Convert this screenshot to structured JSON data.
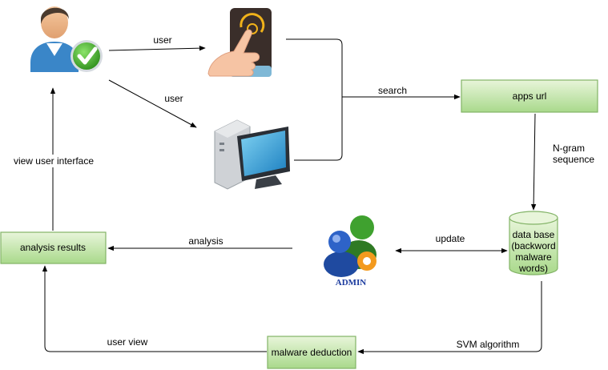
{
  "nodes": {
    "apps_url": "apps url",
    "database": [
      "data base",
      "(backword",
      "malware",
      "words)"
    ],
    "analysis_results": "analysis results",
    "malware_deduction": "malware deduction",
    "admin_label": "ADMIN"
  },
  "edges": {
    "user_to_phone": "user",
    "user_to_pc": "user",
    "search": "search",
    "ngram": [
      "N-gram",
      "sequence"
    ],
    "update": "update",
    "analysis": "analysis",
    "view_ui": "view user interface",
    "svm": "SVM algorithm",
    "user_view": "user view"
  },
  "icons": [
    "user-check-icon",
    "touch-phone-icon",
    "desktop-computer-icon",
    "admin-group-icon"
  ],
  "colors": {
    "box_fill_top": "#e6f4d6",
    "box_fill_bottom": "#a8d88a",
    "box_stroke": "#82b366",
    "line": "#000000"
  }
}
